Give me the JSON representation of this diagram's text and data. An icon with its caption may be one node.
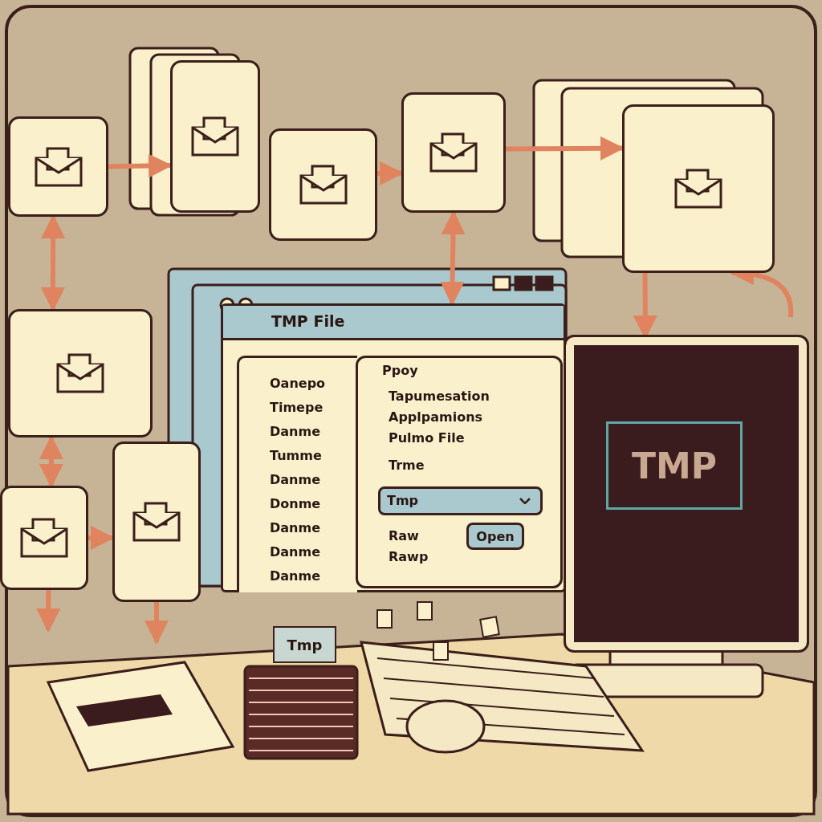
{
  "diagram": {
    "nodes": [
      {
        "text": [],
        "shape": "box"
      },
      {
        "text": [],
        "shape": "box"
      },
      {
        "text": [],
        "shape": "box"
      },
      {
        "text": [],
        "shape": "box"
      },
      {
        "text": [],
        "shape": "box"
      },
      {
        "text": [],
        "shape": "box"
      },
      {
        "text": [],
        "shape": "box"
      },
      {
        "text": [],
        "shape": "box"
      },
      {
        "text": [
          "TMP File"
        ]
      },
      {
        "text": [
          "Oanepo",
          "Timepe",
          "Danme",
          "Tumme",
          "Danme",
          "Donme",
          "Danme",
          "Danme",
          "Danme"
        ],
        "in": 8
      },
      {
        "text": [
          "Ppoy",
          "Tapumesation",
          "Applpamions",
          "Pulmo File",
          "Trme",
          "Raw",
          "Rawp"
        ],
        "in": 8
      },
      {
        "text": [
          "Tmp"
        ],
        "in": 10
      },
      {
        "text": [
          "Open"
        ],
        "in": 10
      },
      {
        "text": [
          "TMP"
        ]
      },
      {
        "text": [
          "Tmp"
        ]
      }
    ],
    "edges": [
      {
        "from": 0,
        "to": 1,
        "arrow": "to"
      },
      {
        "from": 2,
        "to": 3,
        "arrow": "to"
      },
      {
        "from": 3,
        "to": 4,
        "arrow": "to"
      },
      {
        "from": 0,
        "to": 5,
        "arrow": "both"
      },
      {
        "from": 3,
        "to": 8,
        "arrow": "both"
      },
      {
        "from": 4,
        "to": 13,
        "arrow": "to"
      },
      {
        "from": null,
        "to": 4,
        "arrow": "to"
      },
      {
        "from": 5,
        "to": 6,
        "arrow": "both"
      },
      {
        "from": 6,
        "to": 7,
        "arrow": "to"
      },
      {
        "from": 6,
        "to": null,
        "arrow": "to"
      },
      {
        "from": 7,
        "to": null,
        "arrow": "to"
      }
    ]
  }
}
